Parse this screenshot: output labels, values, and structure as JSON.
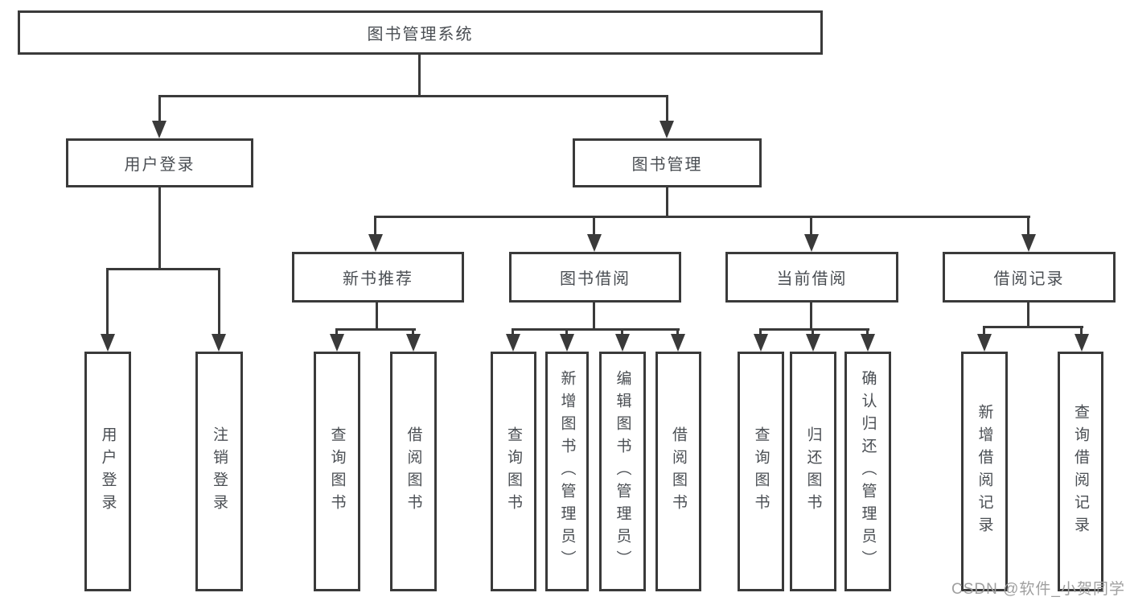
{
  "page": {
    "title": "图书管理系统功能结构图",
    "background": "#ffffff",
    "line_color": "#3a3a3a",
    "text_color": "#4a4e53",
    "watermark_color": "#9f9f9f"
  },
  "watermark": {
    "text": "CSDN @软件_小贺同学"
  },
  "tree": {
    "root": {
      "label": "图书管理系统"
    },
    "branches": [
      {
        "label": "用户登录",
        "children": [
          {
            "label": "用户登录"
          },
          {
            "label": "注销登录"
          }
        ]
      },
      {
        "label": "图书管理",
        "children": [
          {
            "label": "新书推荐",
            "children": [
              {
                "label": "查询图书"
              },
              {
                "label": "借阅图书"
              }
            ]
          },
          {
            "label": "图书借阅",
            "children": [
              {
                "label": "查询图书"
              },
              {
                "label": "新增图书（管理员）"
              },
              {
                "label": "编辑图书（管理员）"
              },
              {
                "label": "借阅图书"
              }
            ]
          },
          {
            "label": "当前借阅",
            "children": [
              {
                "label": "查询图书"
              },
              {
                "label": "归还图书"
              },
              {
                "label": "确认归还（管理员）"
              }
            ]
          },
          {
            "label": "借阅记录",
            "children": [
              {
                "label": "新增借阅记录"
              },
              {
                "label": "查询借阅记录"
              }
            ]
          }
        ]
      }
    ]
  }
}
